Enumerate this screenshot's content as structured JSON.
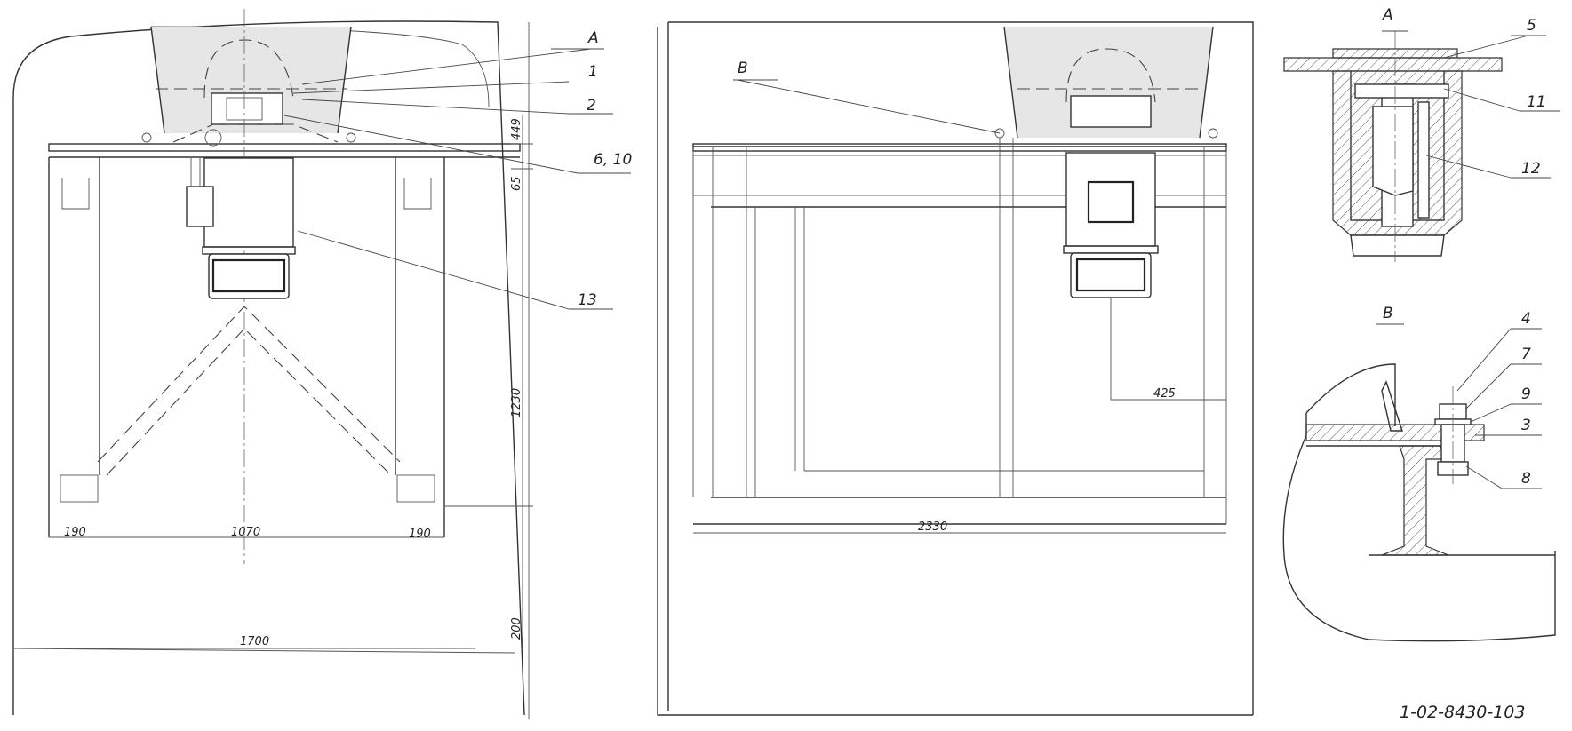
{
  "view_labels": {
    "detail_a": "A",
    "detail_b": "B"
  },
  "callouts": {
    "a": "A",
    "b": "B",
    "n1": "1",
    "n2": "2",
    "n6_10": "6, 10",
    "n13": "13",
    "n5": "5",
    "n11": "11",
    "n12": "12",
    "n4": "4",
    "n7": "7",
    "n9": "9",
    "n3": "3",
    "n8": "8"
  },
  "dimensions": {
    "d449": "449",
    "d65": "65",
    "d1230": "1230",
    "d200": "200",
    "d190_left": "190",
    "d1070": "1070",
    "d190_right": "190",
    "d1700": "1700",
    "d425": "425",
    "d2330": "2330"
  },
  "drawing_number": "1-02-8430-103"
}
